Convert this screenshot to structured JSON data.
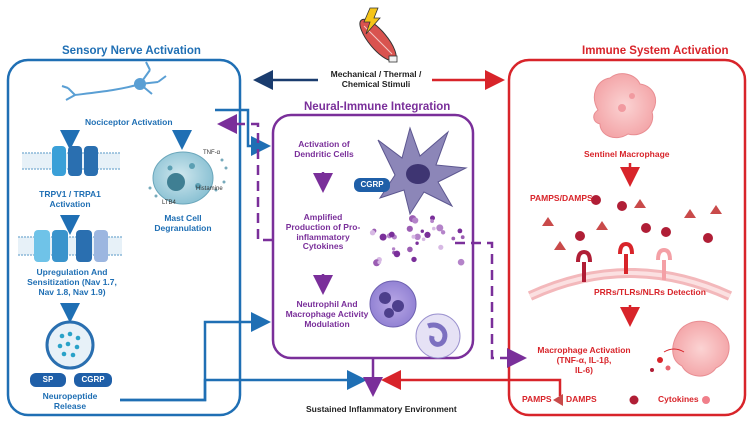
{
  "stimulus": {
    "label": "Mechanical / Thermal / Chemical Stimuli",
    "line1": "Mechanical / Thermal /",
    "line2": "Chemical Stimuli"
  },
  "sensory": {
    "title": "Sensory Nerve Activation",
    "nociceptor": "Nociceptor Activation",
    "trpv1_l1": "TRPV1 / TRPA1",
    "trpv1_l2": "Activation",
    "upreg_l1": "Upregulation And",
    "upreg_l2": "Sensitization (Nav 1.7,",
    "upreg_l3": "Nav 1.8, Nav 1.9)",
    "mast_l1": "Mast Cell",
    "mast_l2": "Degranulation",
    "tnf": "TNF-α",
    "histamine": "Histamine",
    "ltb4": "LTB4",
    "sp": "SP",
    "cgrp": "CGRP",
    "release_l1": "Neuropeptide",
    "release_l2": "Release"
  },
  "neural": {
    "title": "Neural-Immune Integration",
    "dc_l1": "Activation of",
    "dc_l2": "Dendritic Cells",
    "cgrp": "CGRP",
    "amp_l1": "Amplified",
    "amp_l2": "Production of Pro-",
    "amp_l3": "inflammatory",
    "amp_l4": "Cytokines",
    "neut_l1": "Neutrophil And",
    "neut_l2": "Macrophage Activity",
    "neut_l3": "Modulation"
  },
  "immune": {
    "title": "Immune System Activation",
    "sentinel": "Sentinel Macrophage",
    "pamps_damps": "PAMPS/DAMPS",
    "prrs": "PRRs/TLRs/NLRs Detection",
    "mac_l1": "Macrophage Activation",
    "mac_l2": "(TNF-α, IL-1β,",
    "mac_l3": "IL-6)",
    "legend_pamps": "PAMPS",
    "legend_damps": "DAMPS",
    "legend_cytokines": "Cytokines"
  },
  "outcome": "Sustained Inflammatory Environment",
  "colors": {
    "blue": "#1f6fb4",
    "purple": "#7a2f9a",
    "red": "#d8242a"
  }
}
